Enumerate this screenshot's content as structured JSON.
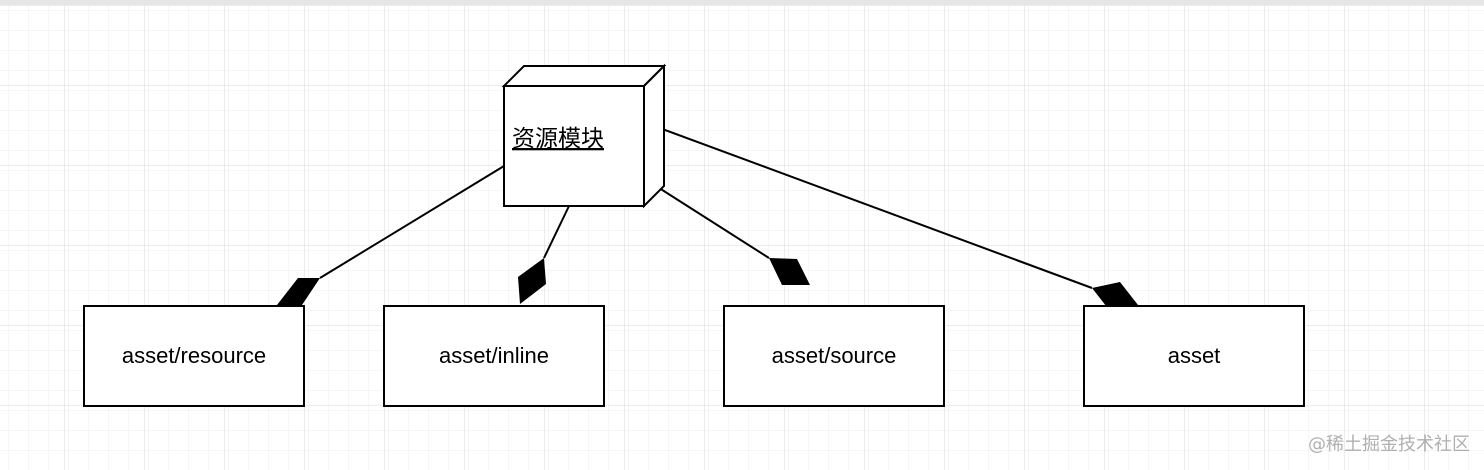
{
  "diagram": {
    "node": {
      "label": "资源模块"
    },
    "boxes": [
      {
        "id": "asset-resource",
        "label": "asset/resource"
      },
      {
        "id": "asset-inline",
        "label": "asset/inline"
      },
      {
        "id": "asset-source",
        "label": "asset/source"
      },
      {
        "id": "asset",
        "label": "asset"
      }
    ],
    "connector_type": "composition"
  },
  "watermark": {
    "text": "@稀土掘金技术社区"
  },
  "colors": {
    "stroke": "#000000",
    "fill": "#ffffff",
    "grid_minor": "#eeeeee",
    "grid_major": "#d9d9d9",
    "watermark": "#b0b0b0"
  }
}
